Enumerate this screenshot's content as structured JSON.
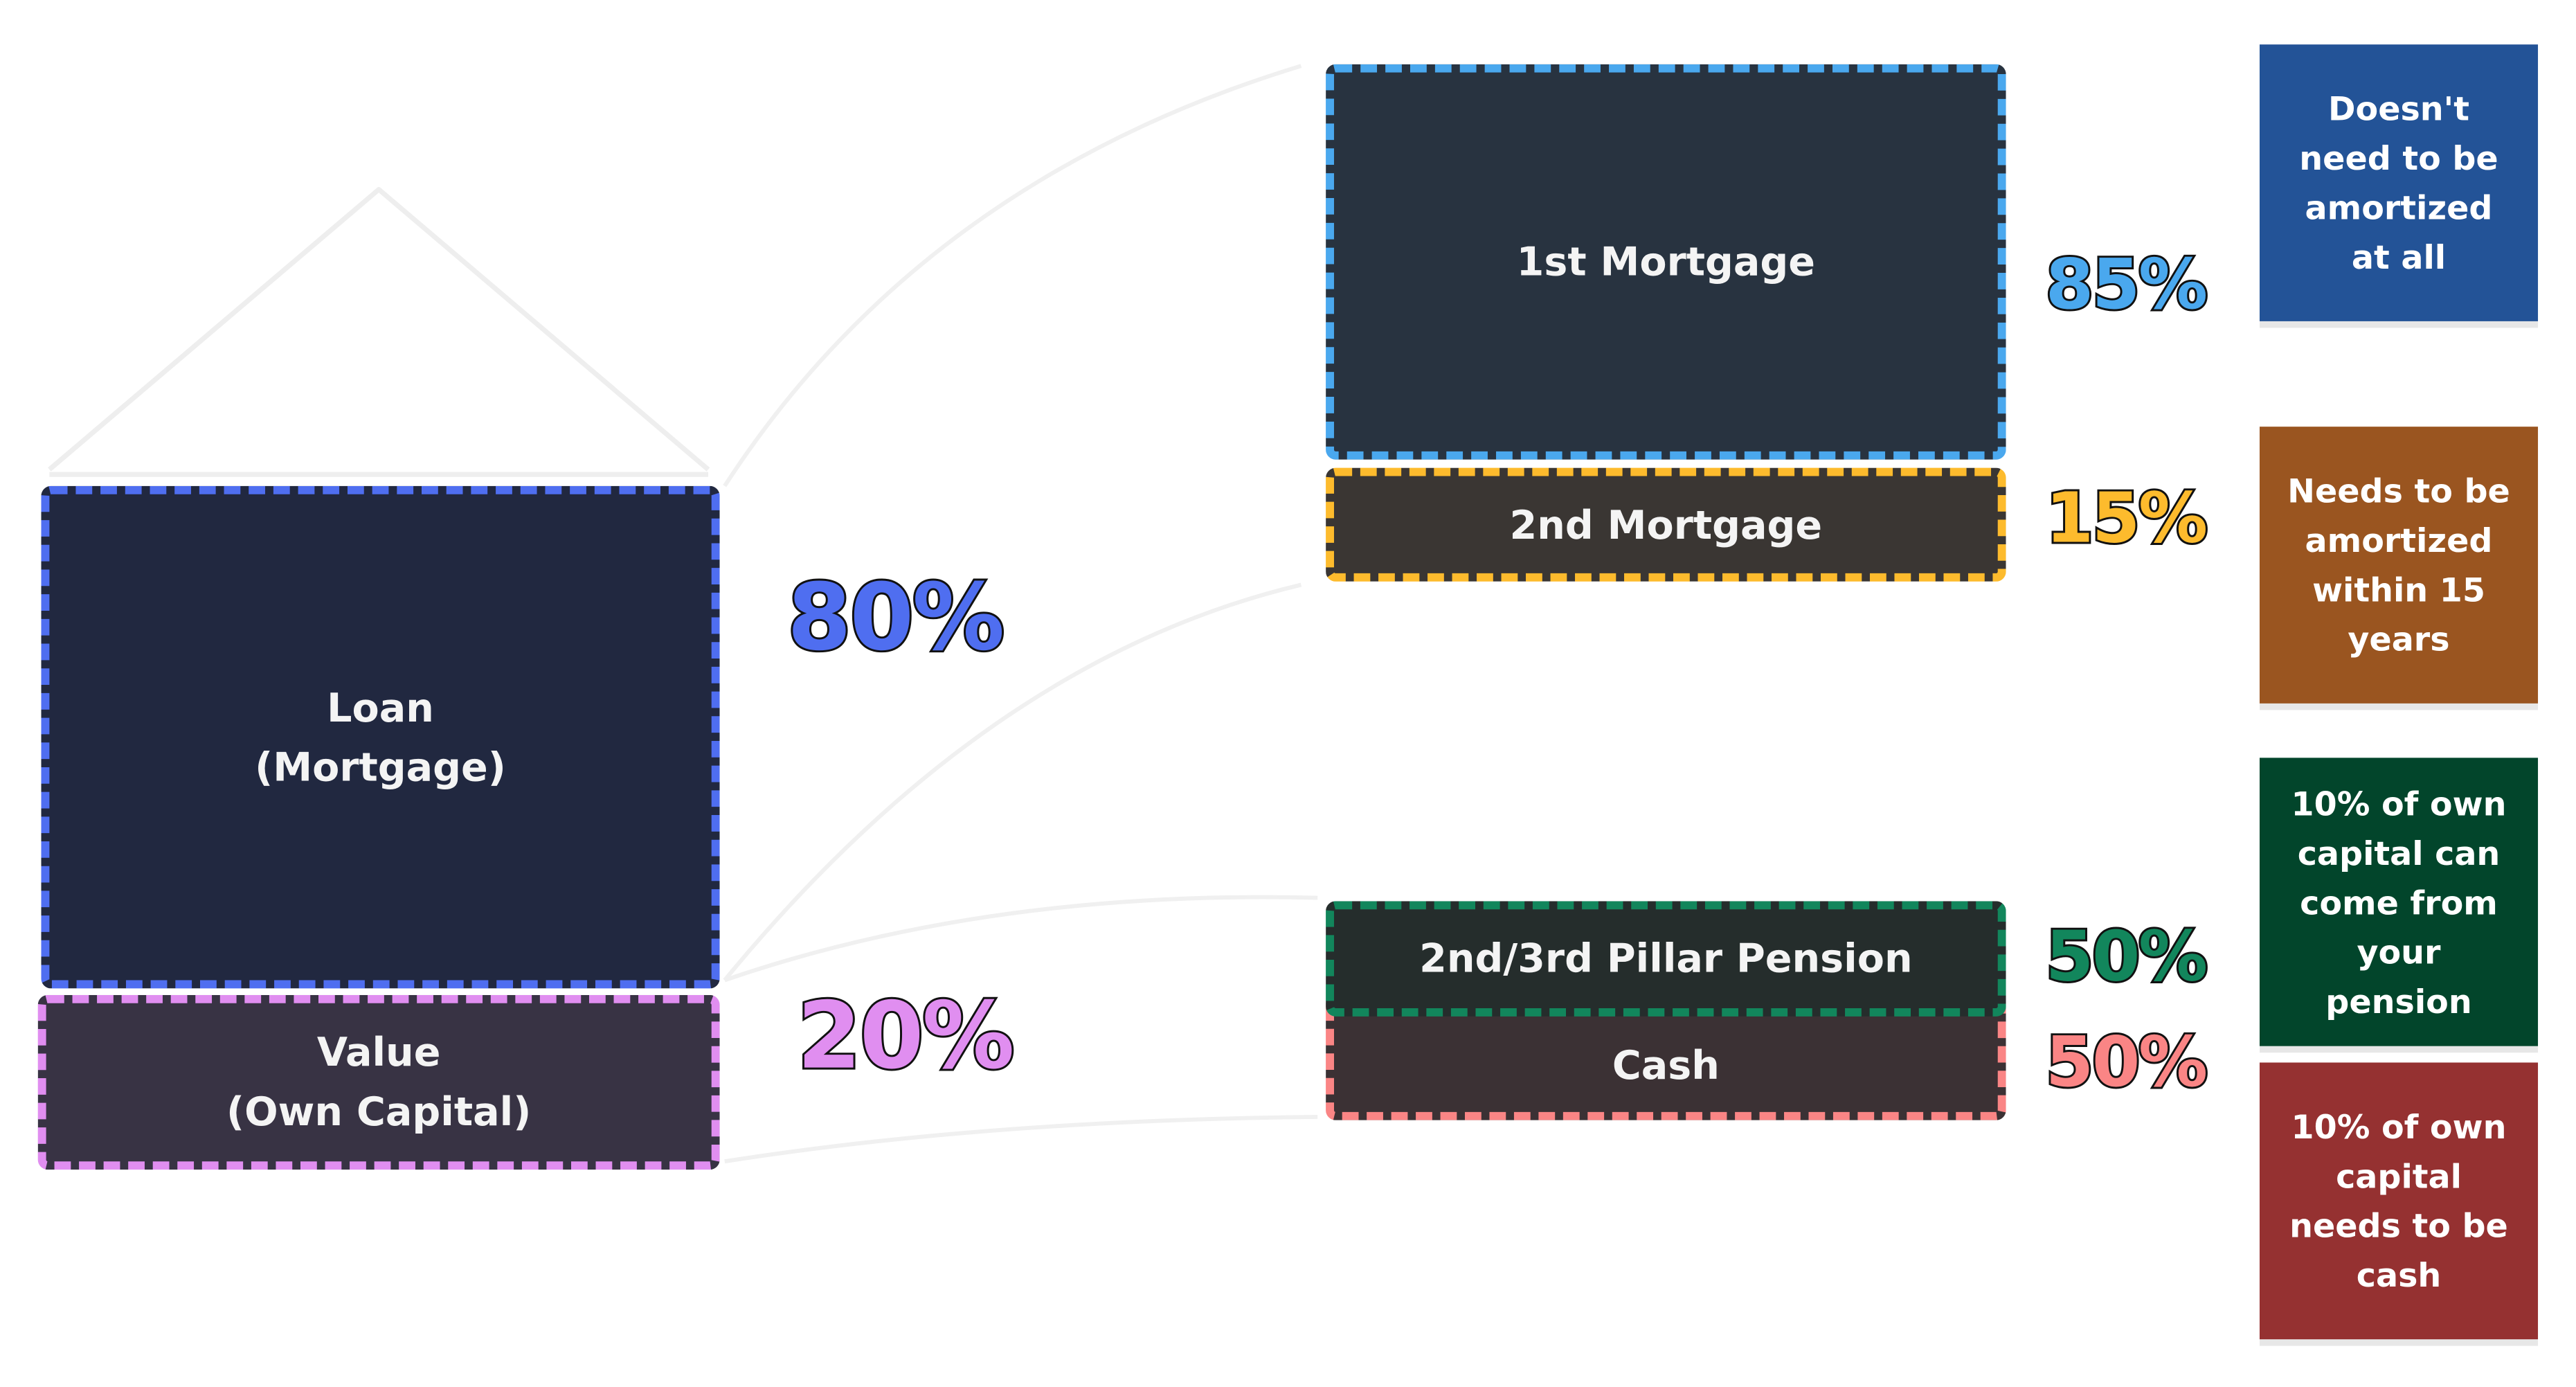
{
  "left": {
    "loan_label": "Loan\n(Mortgage)",
    "loan_percent": "80%",
    "value_label": "Value\n(Own Capital)",
    "value_percent": "20%"
  },
  "loan_split": {
    "first_label": "1st Mortgage",
    "first_percent": "85%",
    "second_label": "2nd Mortgage",
    "second_percent": "15%"
  },
  "capital_split": {
    "pension_label": "2nd/3rd Pillar Pension",
    "pension_percent": "50%",
    "cash_label": "Cash",
    "cash_percent": "50%"
  },
  "notes": {
    "first": "Doesn't need to be amortized at all",
    "second": "Needs to be amortized within 15 years",
    "pension": "10% of own capital can come from your pension",
    "cash": "10% of own capital needs to be cash"
  },
  "colors": {
    "loan": "#4f6ef0",
    "value": "#e08ef0",
    "first": "#4aa8ee",
    "second": "#fdbb2d",
    "pension": "#12865c",
    "cash": "#fa8585",
    "note_first": "#235397",
    "note_second": "#9a5520",
    "note_pension": "#02452b",
    "note_cash": "#953131"
  }
}
